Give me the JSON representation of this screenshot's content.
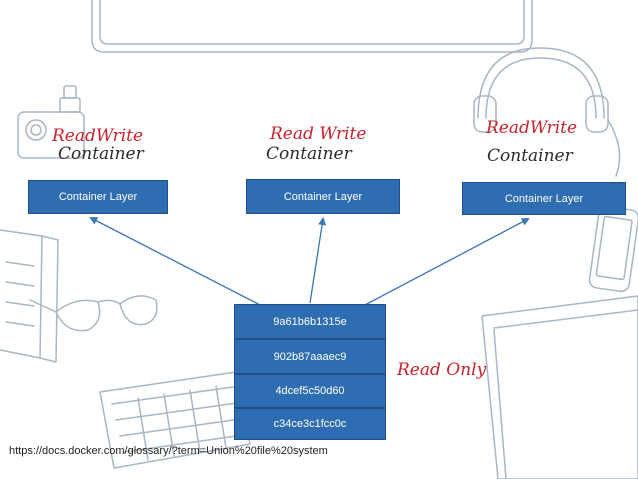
{
  "containers": [
    {
      "mode": "ReadWrite",
      "type": "Container",
      "layer_label": "Container Layer"
    },
    {
      "mode": "Read Write",
      "type": "Container",
      "layer_label": "Container Layer"
    },
    {
      "mode": "ReadWrite",
      "type": "Container",
      "layer_label": "Container Layer"
    }
  ],
  "image_layers": [
    "9a61b6b1315e",
    "902b87aaaec9",
    "4dcef5c50d60",
    "c34ce3c1fcc0c"
  ],
  "read_only_label": "Read Only",
  "source_url": "https://docs.docker.com/glossary/?term=Union%20file%20system",
  "colors": {
    "box_fill": "#2f6db2",
    "box_border": "#1f4f86",
    "heading_red": "#c8232e",
    "arrow": "#3a74b8",
    "sketch": "#a9b6c3"
  }
}
